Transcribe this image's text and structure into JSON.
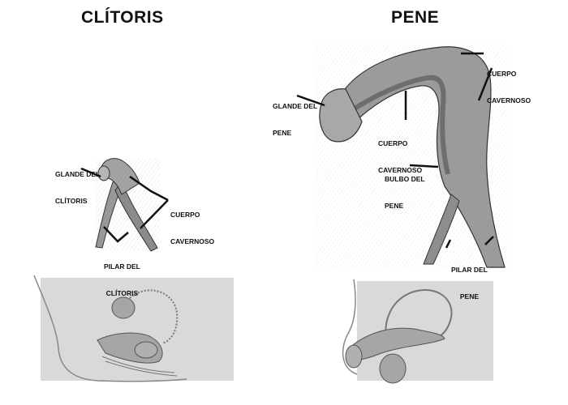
{
  "left": {
    "title": "CLÍTORIS",
    "labels": {
      "glande": [
        "GLANDE DEL",
        "CLÍTORIS"
      ],
      "cuerpo": [
        "CUERPO",
        "CAVERNOSO"
      ],
      "pilar": [
        "PILAR DEL",
        "CLÍTORIS"
      ]
    }
  },
  "right": {
    "title": "PENE",
    "labels": {
      "glande": [
        "GLANDE DEL",
        "PENE"
      ],
      "cuerpo_top": [
        "CUERPO",
        "CAVERNOSO"
      ],
      "cuerpo_mid": [
        "CUERPO",
        "CAVERNOSO"
      ],
      "bulbo": [
        "BULBO DEL",
        "PENE"
      ],
      "pilar": [
        "PILAR DEL",
        "PENE"
      ]
    }
  },
  "colors": {
    "line": "#111111",
    "tissue": "#9a9a9a",
    "tissue_dark": "#6e6e6e",
    "panel": "#d9d9d9",
    "organ": "#a6a6a6"
  }
}
